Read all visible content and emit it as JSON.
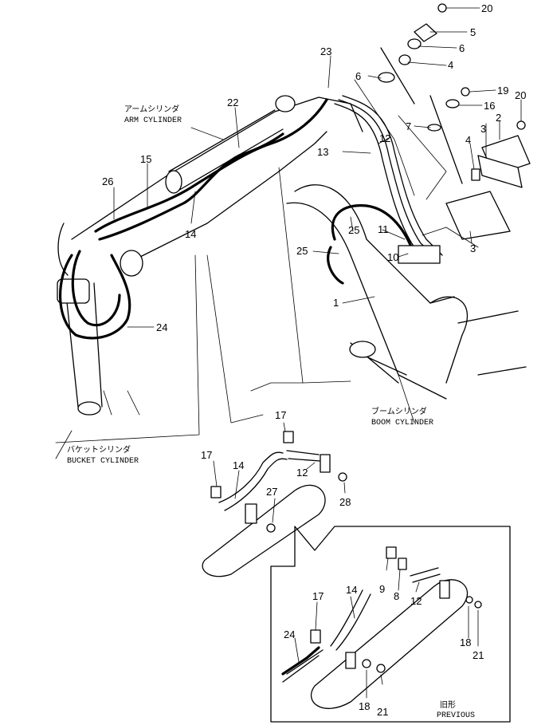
{
  "labels": {
    "arm_jp": "アームシリンダ",
    "arm_en": "ARM CYLINDER",
    "boom_jp": "ブームシリンダ",
    "boom_en": "BOOM CYLINDER",
    "bucket_jp": "バケットシリンダ",
    "bucket_en": "BUCKET CYLINDER",
    "previous_jp": "旧形",
    "previous_en": "PREVIOUS"
  },
  "callouts": {
    "n20a": "20",
    "n5": "5",
    "n6a": "6",
    "n4a": "4",
    "n6b": "6",
    "n23": "23",
    "n19": "19",
    "n16": "16",
    "n20b": "20",
    "n7": "7",
    "n12a": "12",
    "n3a": "3",
    "n2": "2",
    "n4b": "4",
    "n13": "13",
    "n22": "22",
    "n15": "15",
    "n26": "26",
    "n14a": "14",
    "n11": "11",
    "n25a": "25",
    "n25b": "25",
    "n10": "10",
    "n3b": "3",
    "n1": "1",
    "n24a": "24",
    "n17a": "17",
    "n17b": "17",
    "n14b": "14",
    "n12b": "12",
    "n27": "27",
    "n28": "28",
    "n9": "9",
    "n8": "8",
    "n12c": "12",
    "n17c": "17",
    "n14c": "14",
    "n24b": "24",
    "n18a": "18",
    "n21a": "21",
    "n18b": "18",
    "n21b": "21"
  }
}
